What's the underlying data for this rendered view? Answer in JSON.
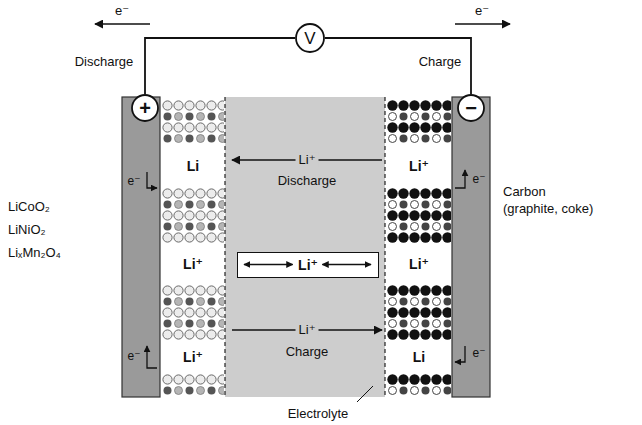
{
  "diagram": {
    "nodes": [
      {
        "text": [
          "V"
        ]
      },
      {
        "text": [
          "+"
        ]
      },
      {
        "text": [
          "−"
        ]
      },
      {
        "text": [
          "Li⁺"
        ]
      }
    ],
    "edges": [
      {
        "from": 1,
        "to": 0,
        "arrow": "none"
      },
      {
        "from": 0,
        "to": 2,
        "arrow": "none"
      }
    ],
    "labels": [
      "e⁻",
      "Discharge",
      "e⁻",
      "Charge",
      "e⁻",
      "e⁻",
      "e⁻",
      "e⁻",
      "Li",
      "Li⁺",
      "Li⁺",
      "Li⁺",
      "Li⁺",
      "Li",
      "Li⁺",
      "Discharge",
      "Li⁺",
      "Charge",
      "LiCoO₂",
      "LiNiO₂",
      "LiₓMn₂O₄",
      "Carbon",
      "(graphite, coke)",
      "Electrolyte"
    ]
  }
}
